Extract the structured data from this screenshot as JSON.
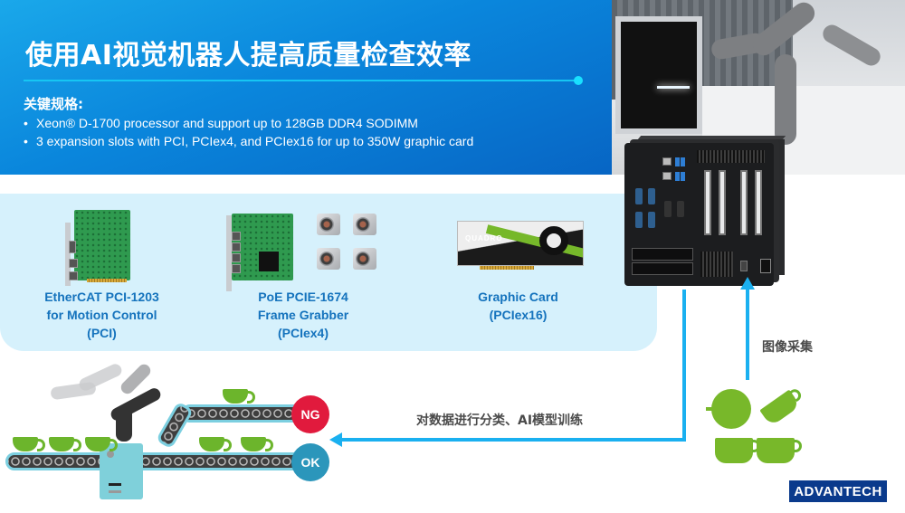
{
  "header": {
    "title": "使用AI视觉机器人提高质量检查效率",
    "spec_heading": "关键规格:",
    "spec_items": [
      "Xeon® D-1700 processor and support up to 128GB DDR4 SODIMM",
      "3 expansion slots with PCI, PCIex4, and PCIex16 for up to 350W graphic card"
    ]
  },
  "expansion_cards": [
    {
      "line1": "EtherCAT PCI-1203",
      "line2": "for Motion Control",
      "line3": "(PCI)"
    },
    {
      "line1": "PoE PCIE-1674",
      "line2": "Frame Grabber",
      "line3": "(PCIex4)"
    },
    {
      "line1": "Graphic Card",
      "line2": "(PCIex16)"
    }
  ],
  "gpu_brand": "QUADRO",
  "flow": {
    "image_capture_label": "图像采集",
    "classify_label": "对数据进行分类、AI模型训练"
  },
  "conveyor": {
    "ng_label": "NG",
    "ok_label": "OK"
  },
  "logo_text": "ADVANTECH",
  "colors": {
    "header_blue": "#0a86dc",
    "accent_cyan": "#1ab0f0",
    "panel_light_blue": "#d6f1fc",
    "card_label_blue": "#1573bd",
    "ng_red": "#e11a3d",
    "ok_teal": "#2b96bb",
    "cup_green": "#78b82a",
    "logo_navy": "#0a3a8c"
  }
}
